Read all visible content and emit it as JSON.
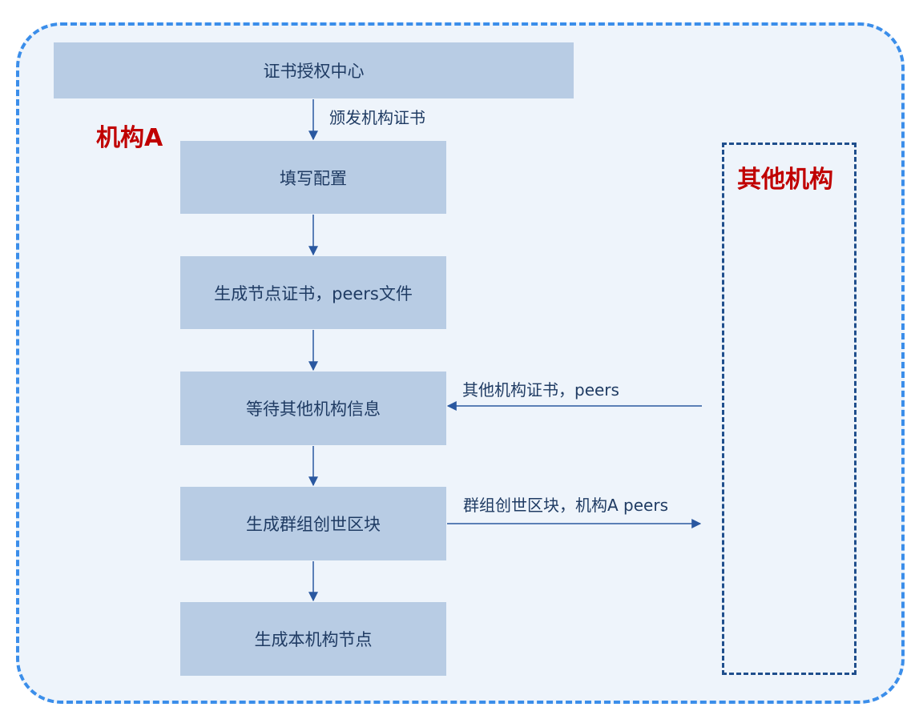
{
  "ca": {
    "label": "证书授权中心"
  },
  "org_a": {
    "title": "机构A"
  },
  "other_org": {
    "title": "其他机构"
  },
  "steps": [
    {
      "label": "填写配置"
    },
    {
      "label": "生成节点证书，peers文件"
    },
    {
      "label": "等待其他机构信息"
    },
    {
      "label": "生成群组创世区块"
    },
    {
      "label": "生成本机构节点"
    }
  ],
  "edges": {
    "issue_cert": "颁发机构证书",
    "incoming": "其他机构证书，peers",
    "outgoing": "群组创世区块，机构A peers"
  },
  "colors": {
    "outer_border": "#3b8eea",
    "outer_bg": "#eef4fb",
    "box_fill": "#b8cce4",
    "text": "#1f3b63",
    "arrow": "#2a58a0",
    "title_red": "#c00000",
    "other_border": "#1f4e8c"
  }
}
